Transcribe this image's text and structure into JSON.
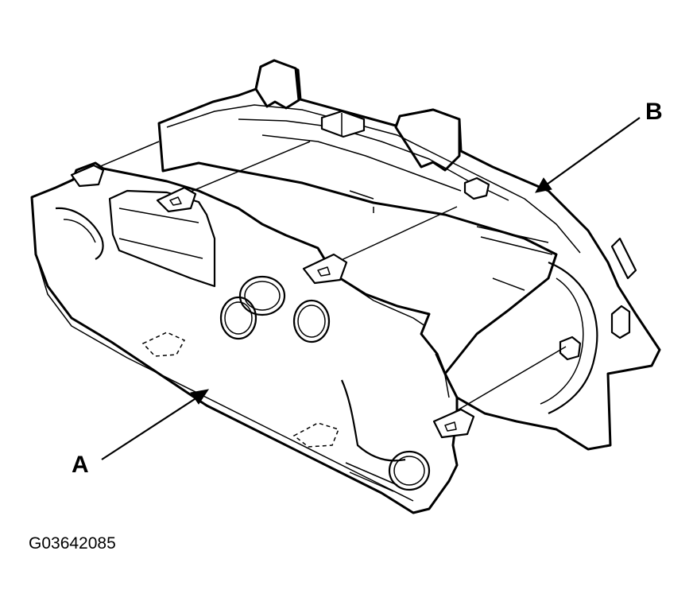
{
  "callouts": {
    "a": "A",
    "b": "B"
  },
  "figure_id": "G03642085"
}
